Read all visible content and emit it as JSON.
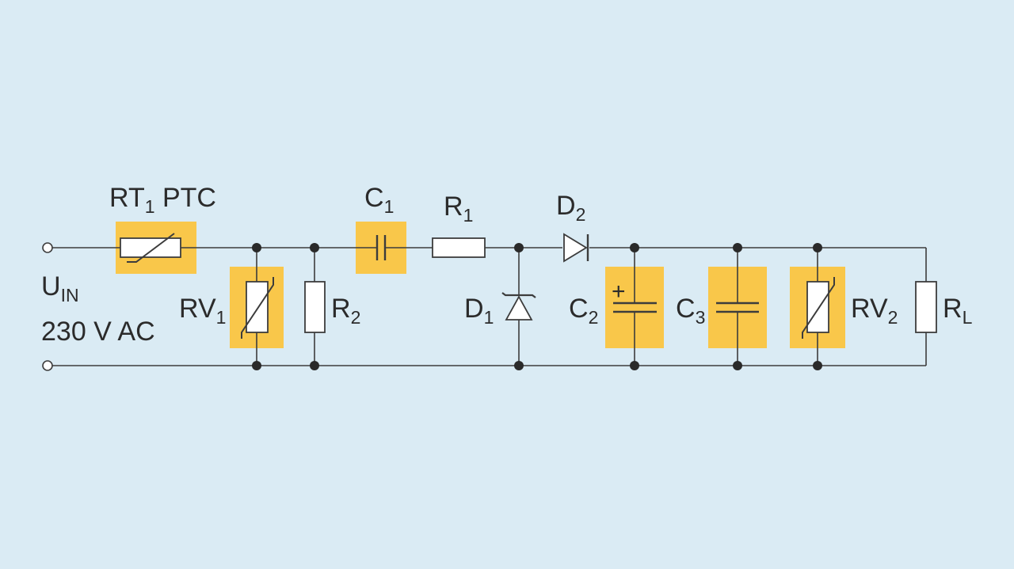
{
  "labels": {
    "rt1": {
      "main": "RT",
      "sub": "1",
      "suffix": " PTC"
    },
    "c1": {
      "main": "C",
      "sub": "1"
    },
    "r1": {
      "main": "R",
      "sub": "1"
    },
    "d2": {
      "main": "D",
      "sub": "2"
    },
    "uin": {
      "main": "U",
      "sub": "IN"
    },
    "vin": "230 V AC",
    "rv1": {
      "main": "RV",
      "sub": "1"
    },
    "r2": {
      "main": "R",
      "sub": "2"
    },
    "d1": {
      "main": "D",
      "sub": "1"
    },
    "c2": {
      "main": "C",
      "sub": "2"
    },
    "c3": {
      "main": "C",
      "sub": "3"
    },
    "rv2": {
      "main": "RV",
      "sub": "2"
    },
    "rl": {
      "main": "R",
      "sub": "L"
    },
    "c2_polarity": "+"
  },
  "colors": {
    "background": "#daebf4",
    "highlight": "#f9c74a",
    "wire": "#3c3c3c"
  }
}
